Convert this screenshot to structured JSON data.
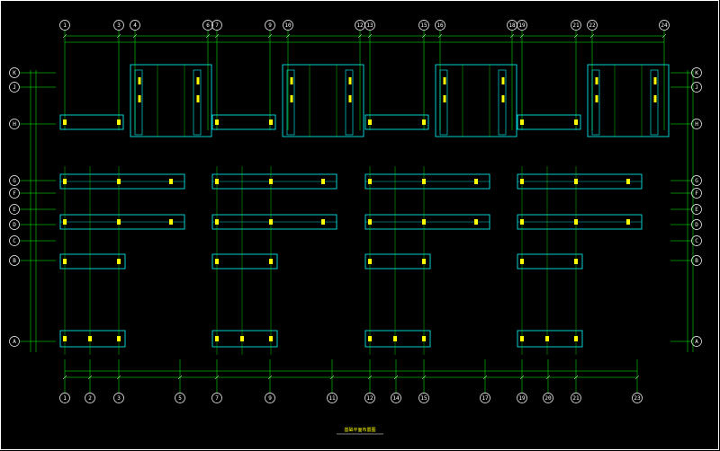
{
  "drawing": {
    "title": "基础平面布置图",
    "colors": {
      "background": "#000000",
      "axis_line": "#00ff00",
      "foundation": "#00ffff",
      "column": "#ffff00",
      "text": "#ffffff",
      "dimension": "#00ff00"
    }
  },
  "axes_top": [
    "1",
    "3",
    "4",
    "6",
    "7",
    "9",
    "10",
    "12",
    "13",
    "15",
    "16",
    "18",
    "19",
    "21",
    "22",
    "24"
  ],
  "axes_bottom": [
    "1",
    "2",
    "3",
    "5",
    "7",
    "9",
    "11",
    "12",
    "14",
    "15",
    "17",
    "19",
    "20",
    "21",
    "23"
  ],
  "axes_left": [
    "K",
    "J",
    "H",
    "G",
    "F",
    "E",
    "D",
    "C",
    "B",
    "A"
  ],
  "axes_right": [
    "K",
    "J",
    "H",
    "G",
    "F",
    "E",
    "D",
    "C",
    "B",
    "A"
  ]
}
